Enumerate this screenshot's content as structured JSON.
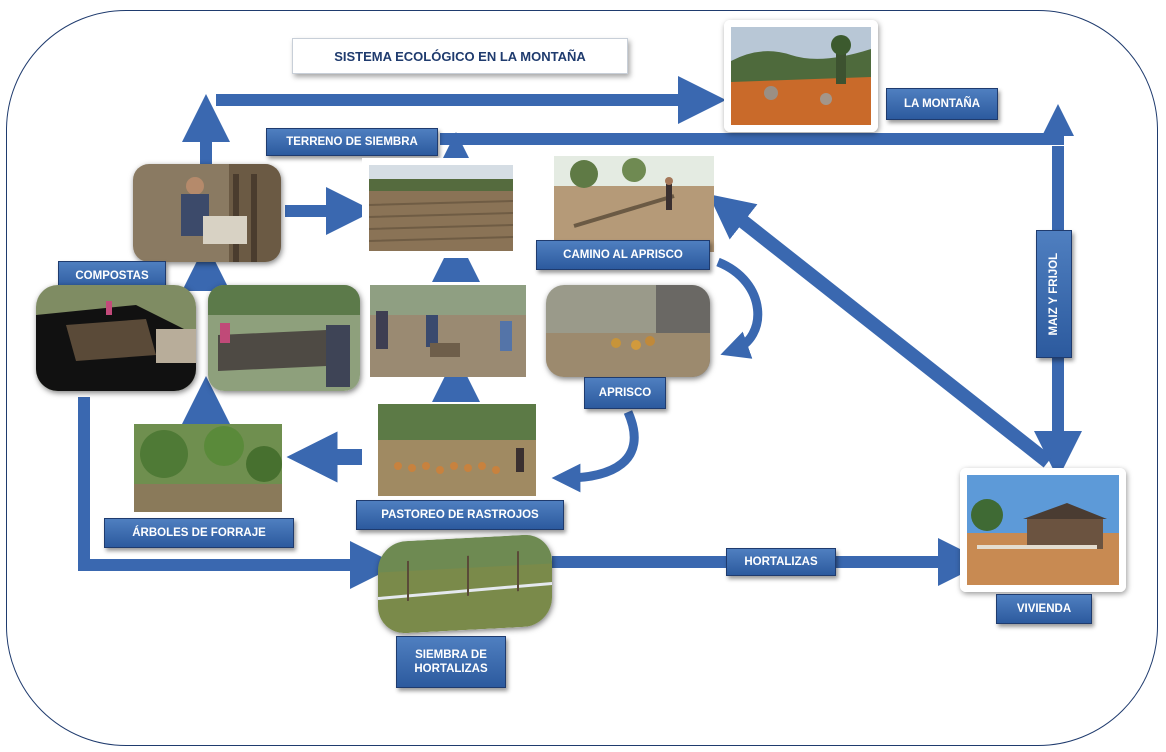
{
  "title": "SISTEMA ECOLÓGICO EN LA MONTAÑA",
  "labels": {
    "la_montana": "LA MONTAÑA",
    "terreno_siembra": "TERRENO DE SIEMBRA",
    "compostas": "COMPOSTAS",
    "camino_aprisco": "CAMINO AL  APRISCO",
    "aprisco": "APRISCO",
    "maiz_frijol": "MAIZ Y FRIJOL",
    "arboles_forraje": "ÁRBOLES DE FORRAJE",
    "pastoreo_rastrojos": "PASTOREO DE RASTROJOS",
    "hortalizas": "HORTALIZAS",
    "siembra_hortalizas_1": "SIEMBRA DE",
    "siembra_hortalizas_2": "HORTALIZAS",
    "vivienda": "VIVIENDA"
  },
  "colors": {
    "arrow": "#3a68b0",
    "label": "#2c5a9e",
    "frame": "#1f3b6e"
  }
}
